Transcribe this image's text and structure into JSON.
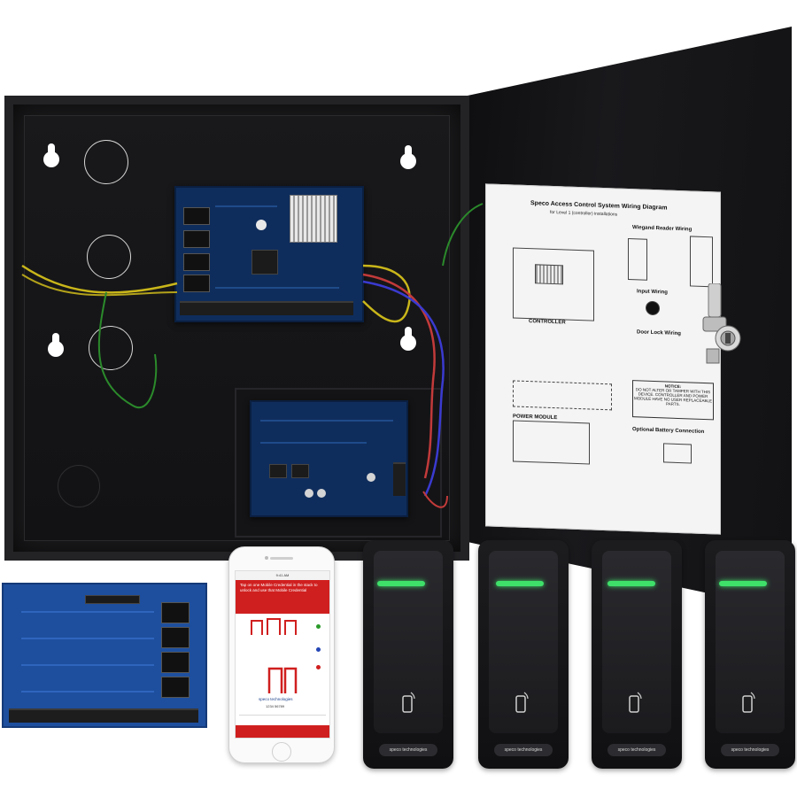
{
  "scene": {
    "description_role": "product photo",
    "colors": {
      "enclosure": "#1a1a1c",
      "pcb": "#0f2d5c",
      "expansion_board": "#1e4f9e",
      "reader_led": "#3fe06a",
      "app_red": "#d01f1f"
    }
  },
  "door_label": {
    "title": "Speco Access Control System Wiring Diagram",
    "subtitle": "for Level 1 (controller) installations",
    "wiegand_heading": "Wiegand Reader Wiring",
    "controller_heading": "CONTROLLER",
    "input_heading": "Input Wiring",
    "door_lock_heading": "Door Lock Wiring",
    "power_module_heading": "POWER MODULE",
    "battery_heading": "Optional Battery Connection",
    "notice_title": "NOTICE:",
    "notice_text": "DO NOT ALTER OR TAMPER WITH THIS DEVICE. CONTROLLER AND POWER MODULE HAVE NO USER REPLACEABLE PARTS."
  },
  "phone": {
    "status_time": "9:41 AM",
    "instruction": "Tap on one Mobile Credential in the stack to unlock and use that Mobile Credential",
    "brand": "speco technologies",
    "credential_number": "1234  56789"
  },
  "readers": [
    {
      "logo": "speco technologies",
      "led": "green"
    },
    {
      "logo": "speco technologies",
      "led": "green"
    },
    {
      "logo": "speco technologies",
      "led": "green"
    },
    {
      "logo": "speco technologies",
      "led": "green"
    }
  ]
}
